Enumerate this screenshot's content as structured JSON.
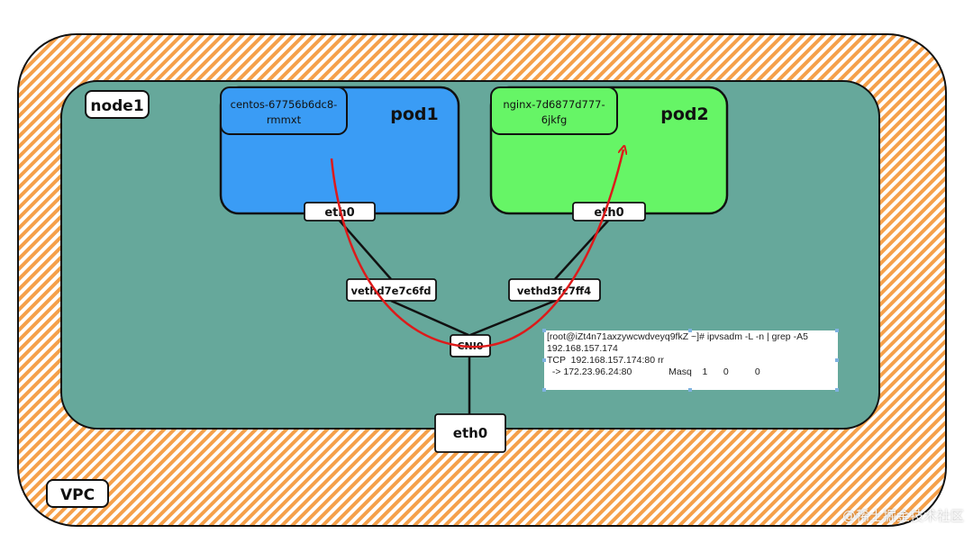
{
  "vpc": {
    "label": "VPC"
  },
  "node": {
    "label": "node1"
  },
  "pod1": {
    "label": "pod1",
    "name": "centos-67756b6dc8-rmmxt",
    "name_line1": "centos-67756b6dc8-",
    "name_line2": "rmmxt",
    "eth_label": "eth0"
  },
  "pod2": {
    "label": "pod2",
    "name": "nginx-7d6877d777-6jkfg",
    "name_line1": "nginx-7d6877d777-",
    "name_line2": "6jkfg",
    "eth_label": "eth0"
  },
  "veth1": {
    "label": "vethd7e7c6fd"
  },
  "veth2": {
    "label": "vethd3fc7ff4"
  },
  "cni": {
    "label": "CNI0"
  },
  "node_eth": {
    "label": "eth0"
  },
  "terminal": {
    "lines": [
      "[root@iZt4n71axzywcwdveyq9fkZ ~]# ipvsadm -L -n | grep -A5",
      "192.168.157.174",
      "TCP  192.168.157.174:80 rr",
      "  -> 172.23.96.24:80              Masq    1      0          0"
    ]
  },
  "watermark": {
    "text": "@稀土掘金技术社区"
  },
  "colors": {
    "vpc_stripe": "#f5a04a",
    "node_fill": "#66a89b",
    "pod1_fill": "#3a9cf5",
    "pod2_fill": "#66f566",
    "flow_arrow": "#dd1a1a"
  }
}
